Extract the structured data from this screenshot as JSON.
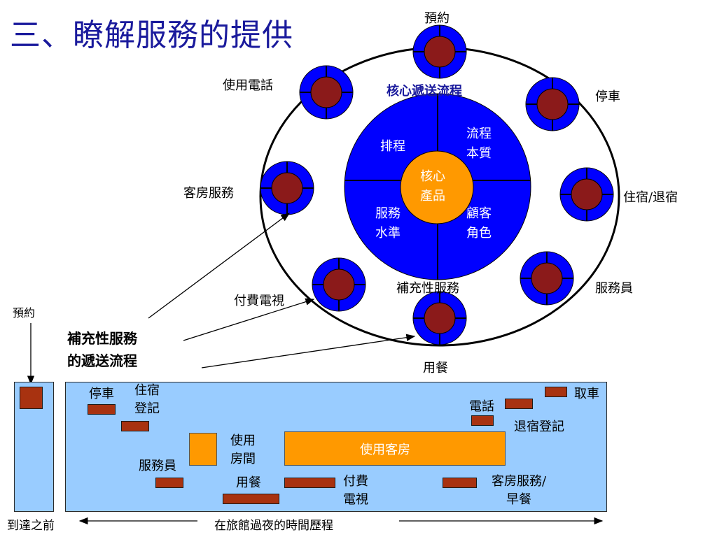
{
  "title": "三、瞭解服務的提供",
  "wheel": {
    "ring_label": "核心遞送流程",
    "core": {
      "line1": "核心",
      "line2": "產品"
    },
    "quadrants": {
      "top_left": {
        "line1": "排程"
      },
      "top_right": {
        "line1": "流程",
        "line2": "本質"
      },
      "bottom_left": {
        "line1": "服務",
        "line2": "水準"
      },
      "bottom_right": {
        "line1": "顧客",
        "line2": "角色"
      }
    },
    "inner_bottom_label": "補充性服務",
    "satellites": {
      "reservation": "預約",
      "parking": "停車",
      "phone": "使用電話",
      "room_service": "客房服務",
      "checkin_checkout": "住宿/退宿",
      "pay_tv": "付費電視",
      "bellhop": "服務員",
      "dining": "用餐"
    }
  },
  "callout": {
    "line1": "補充性服務",
    "line2": "的遞送流程"
  },
  "timeline": {
    "pre_panel_label": "預約",
    "items": {
      "parking": "停車",
      "checkin_1": "住宿",
      "checkin_2": "登記",
      "use_room_1": "使用",
      "use_room_2": "房間",
      "bellhop": "服務員",
      "dining": "用餐",
      "stay": "使用客房",
      "paytv_1": "付費",
      "paytv_2": "電視",
      "phone": "電話",
      "checkout": "退宿登記",
      "pickup": "取車",
      "roomservice_1": "客房服務/",
      "roomservice_2": "早餐"
    },
    "axis": {
      "before": "到達之前",
      "during": "在旅館過夜的時間歷程"
    }
  },
  "colors": {
    "title": "#1a1a9c",
    "blue": "#0000ff",
    "dark_red": "#8b1a1a",
    "orange": "#ff9900",
    "panel": "#99ccff",
    "bar": "#a83210"
  }
}
